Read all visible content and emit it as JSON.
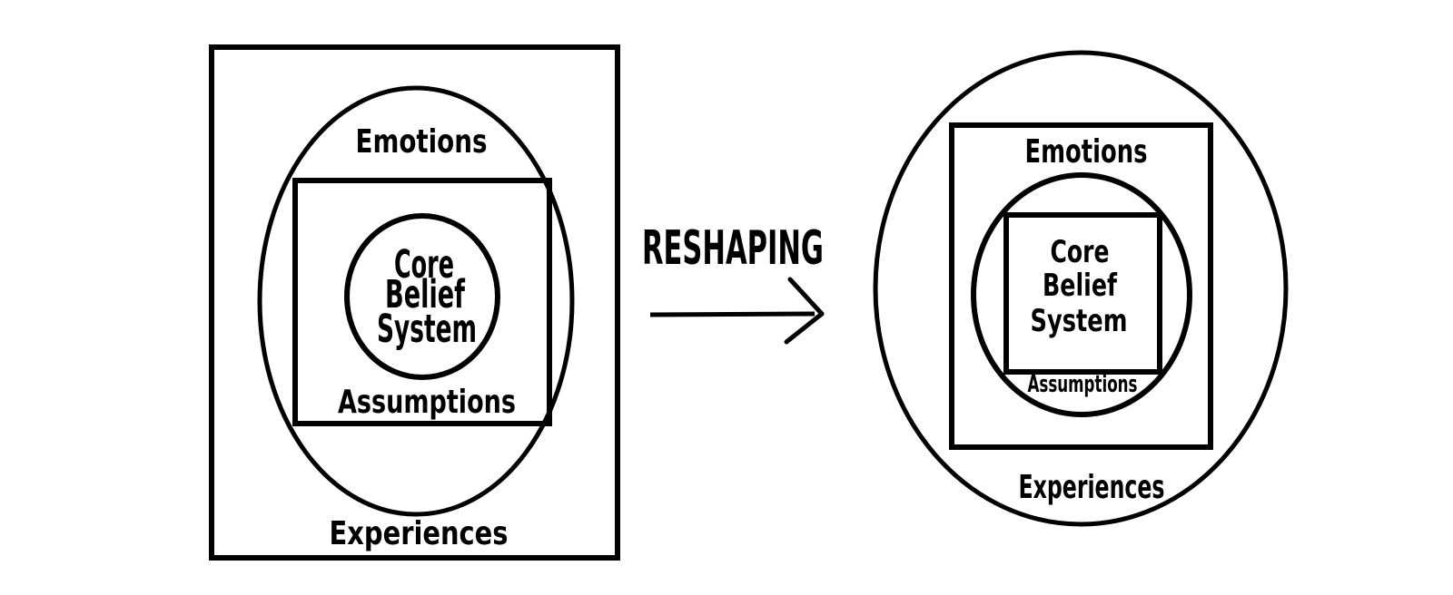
{
  "colors": {
    "ink": "#000000",
    "background": "#ffffff"
  },
  "center": {
    "reshaping_label": "RESHAPING",
    "arrow_icon": "arrow-right"
  },
  "left_diagram": {
    "experiences_label": "Experiences",
    "emotions_label": "Emotions",
    "assumptions_label": "Assumptions",
    "core_belief": {
      "line1": "Core",
      "line2": "Belief",
      "line3": "System"
    }
  },
  "right_diagram": {
    "experiences_label": "Experiences",
    "emotions_label": "Emotions",
    "assumptions_label": "Assumptions",
    "core_belief": {
      "line1": "Core",
      "line2": "Belief",
      "line3": "System"
    }
  }
}
